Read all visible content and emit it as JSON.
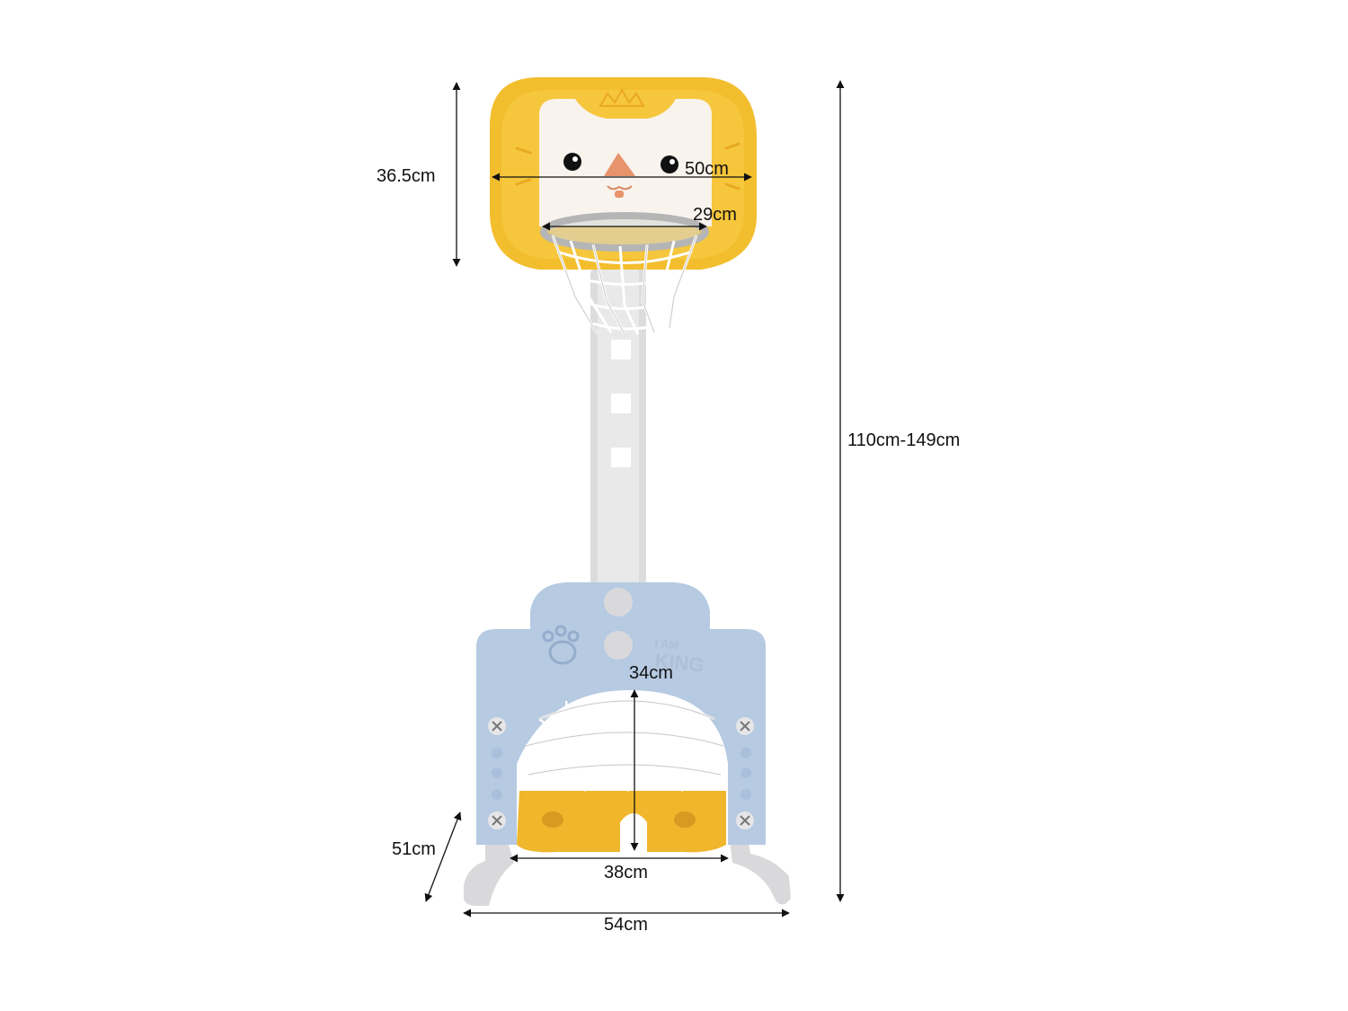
{
  "product": {
    "logo_line1": "I AM",
    "logo_line2": "KING"
  },
  "dimensions": {
    "backboard_height": "36.5cm",
    "backboard_width": "50cm",
    "hoop_diameter": "29cm",
    "total_height": "110cm-149cm",
    "goal_height": "34cm",
    "goal_width": "38cm",
    "base_depth": "51cm",
    "base_width": "54cm"
  },
  "colors": {
    "backboard_yellow": "#f3be2e",
    "goal_blue": "#b6cae2",
    "base_grey": "#d9d9db",
    "floor_yellow": "#f0b62c"
  }
}
